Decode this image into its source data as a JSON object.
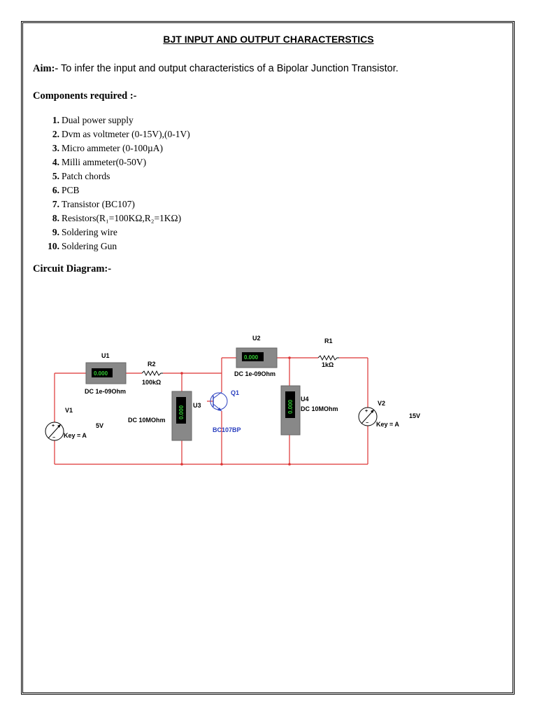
{
  "title": "BJT INPUT AND OUTPUT CHARACTERSTICS",
  "aim": {
    "label": "Aim:-",
    "text": " To infer the input and output characteristics of a Bipolar Junction Transistor."
  },
  "components": {
    "heading": "Components required :-",
    "items": [
      {
        "num": "1.",
        "text": "Dual power supply"
      },
      {
        "num": "2.",
        "text": "Dvm as voltmeter (0-15V),(0-1V)"
      },
      {
        "num": "3.",
        "text": "Micro ammeter (0-100µA)"
      },
      {
        "num": "4.",
        "text": "Milli ammeter(0-50V)"
      },
      {
        "num": "5.",
        "text": "Patch chords"
      },
      {
        "num": "6.",
        "text": "PCB"
      },
      {
        "num": "7.",
        "text": "Transistor (BC107)"
      },
      {
        "num": "8.",
        "text": "Resistors(R₁=100KΩ,R₂=1KΩ)"
      },
      {
        "num": "9.",
        "text": "Soldering wire"
      },
      {
        "num": "10.",
        "text": "Soldering Gun"
      }
    ]
  },
  "circuit": {
    "heading": "Circuit Diagram:-",
    "colors": {
      "wire": "#d33",
      "meter_body": "#888888",
      "display_bg": "#000000",
      "display_text": "#33cc33",
      "transistor_label": "#2a3fbf"
    },
    "u1": {
      "name": "U1",
      "reading": "0.000",
      "setting": "DC  1e-09Ohm"
    },
    "r2": {
      "name": "R2",
      "value": "100kΩ"
    },
    "u3": {
      "name": "U3",
      "reading": "0.000",
      "setting": "DC  10MOhm"
    },
    "q1": {
      "name": "Q1",
      "part": "BC107BP"
    },
    "u2": {
      "name": "U2",
      "reading": "0.000",
      "setting": "DC  1e-09Ohm"
    },
    "r1": {
      "name": "R1",
      "value": "1kΩ"
    },
    "u4": {
      "name": "U4",
      "reading": "0.000",
      "setting": "DC  10MOhm"
    },
    "v1": {
      "name": "V1",
      "key": "Key = A",
      "voltage": "5V"
    },
    "v2": {
      "name": "V2",
      "key": "Key = A",
      "voltage": "15V"
    }
  }
}
